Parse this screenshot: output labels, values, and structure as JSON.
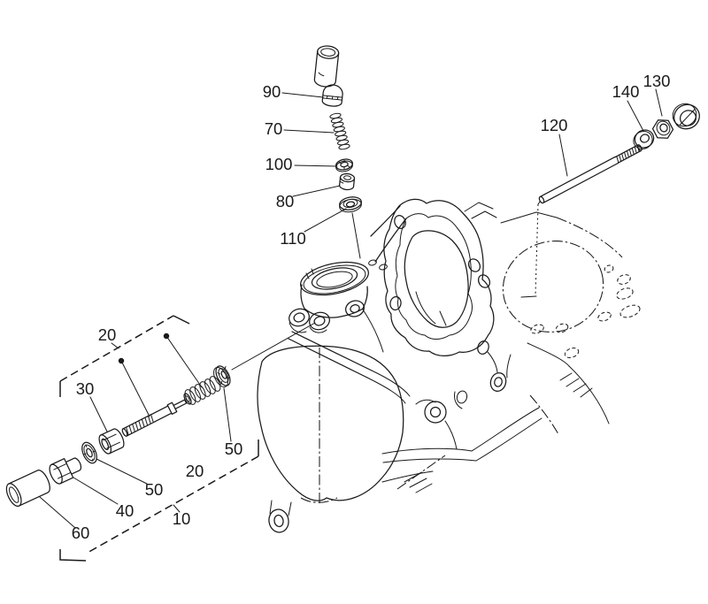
{
  "diagram": {
    "kind": "exploded-parts-diagram",
    "background_color": "#ffffff",
    "line_color": "#1a1a1a",
    "callouts": {
      "c90": {
        "label": "90",
        "part": "dome-plug"
      },
      "c70": {
        "label": "70",
        "part": "spring"
      },
      "c100": {
        "label": "100",
        "part": "washer"
      },
      "c80": {
        "label": "80",
        "part": "valve-seat"
      },
      "c110": {
        "label": "110",
        "part": "washer"
      },
      "c120": {
        "label": "120",
        "part": "stud-rod"
      },
      "c140": {
        "label": "140",
        "part": "washer"
      },
      "c130": {
        "label": "130",
        "part": "nut"
      },
      "c20a": {
        "label": "20",
        "part": "adjuster-screw-and-spring"
      },
      "c30": {
        "label": "30",
        "part": "lock-nut"
      },
      "c50a": {
        "label": "50",
        "part": "washer"
      },
      "c50b": {
        "label": "50",
        "part": "washer"
      },
      "c20b": {
        "label": "20",
        "part": "adjuster-screw-and-spring"
      },
      "c40": {
        "label": "40",
        "part": "hex-plug"
      },
      "c60": {
        "label": "60",
        "part": "cap"
      },
      "c10": {
        "label": "10",
        "part": "dashed-group-box"
      }
    }
  }
}
